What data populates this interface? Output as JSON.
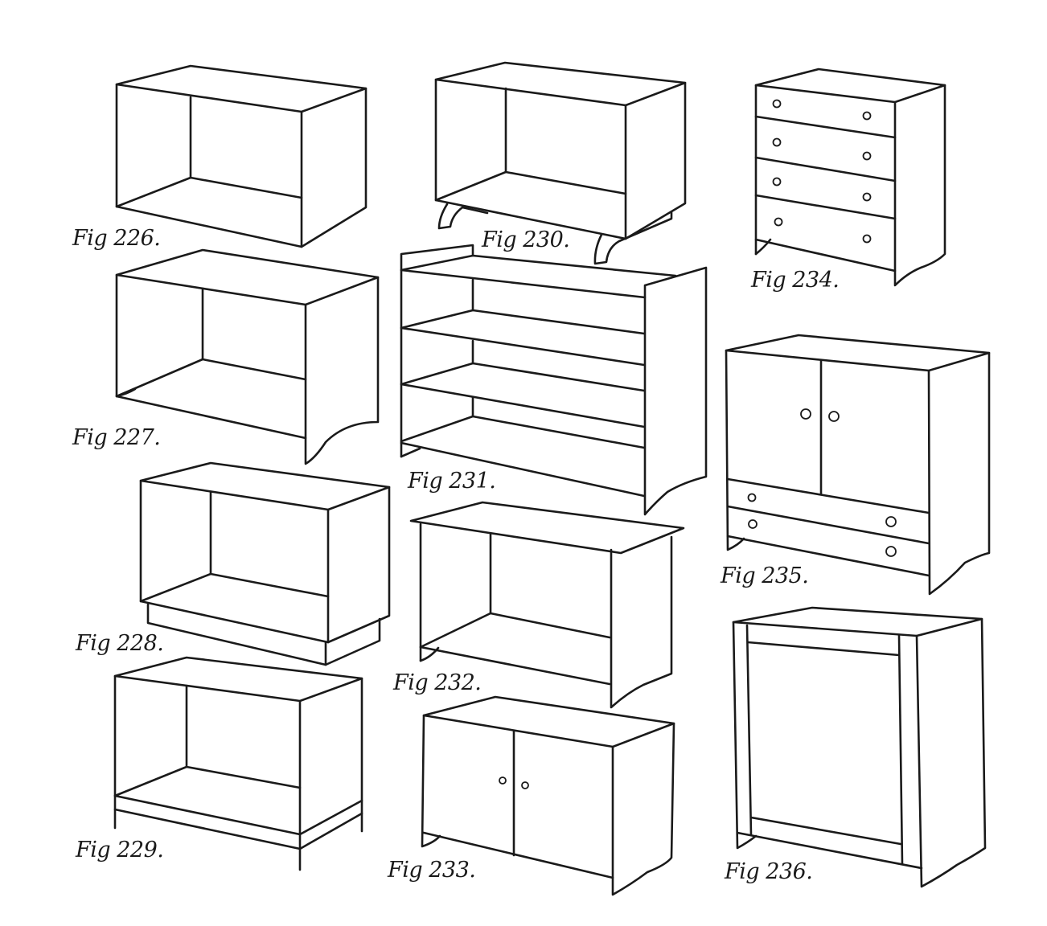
{
  "figures": [
    {
      "id": "226",
      "caption": "Fig 226.",
      "subject": "open box shelf unit"
    },
    {
      "id": "227",
      "caption": "Fig 227.",
      "subject": "open shelf unit with shaped side panels"
    },
    {
      "id": "228",
      "caption": "Fig 228.",
      "subject": "open shelf unit on recessed plinth"
    },
    {
      "id": "229",
      "caption": "Fig 229.",
      "subject": "open shelf unit on legs with apron"
    },
    {
      "id": "230",
      "caption": "Fig 230.",
      "subject": "open shelf unit on curved runner feet"
    },
    {
      "id": "231",
      "caption": "Fig 231.",
      "subject": "four-shelf bookcase with shaped sides"
    },
    {
      "id": "232",
      "caption": "Fig 232.",
      "subject": "open shelf unit with overhanging top"
    },
    {
      "id": "233",
      "caption": "Fig 233.",
      "subject": "two-door low cupboard"
    },
    {
      "id": "234",
      "caption": "Fig 234.",
      "subject": "four-drawer chest"
    },
    {
      "id": "235",
      "caption": "Fig 235.",
      "subject": "two-door cupboard with two drawers"
    },
    {
      "id": "236",
      "caption": "Fig 236.",
      "subject": "single-door framed cupboard"
    }
  ]
}
